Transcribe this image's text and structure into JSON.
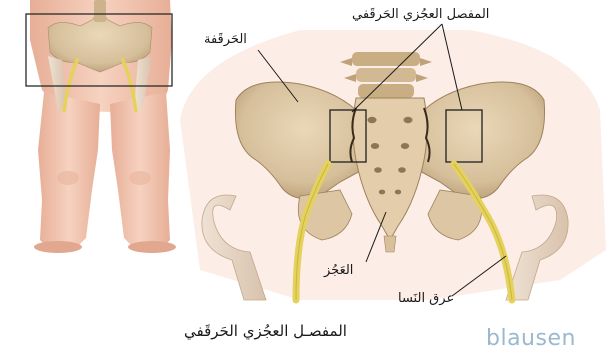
{
  "labels": {
    "ilium": "الحَرقَفة",
    "sacroiliac_joint": "المفصل العجُزي الحَرقَفي",
    "sacrum": "العَجُز",
    "sciatic_nerve": "عرق النَسا"
  },
  "caption": "المفصـل العجُزي الحَرقَفي",
  "brand": "blausen",
  "colors": {
    "bone": "#d9c3a0",
    "bone_shadow": "#b79c74",
    "skin": "#f0c4ae",
    "nerve": "#e4d25a",
    "brand": "#9ab8cf"
  }
}
